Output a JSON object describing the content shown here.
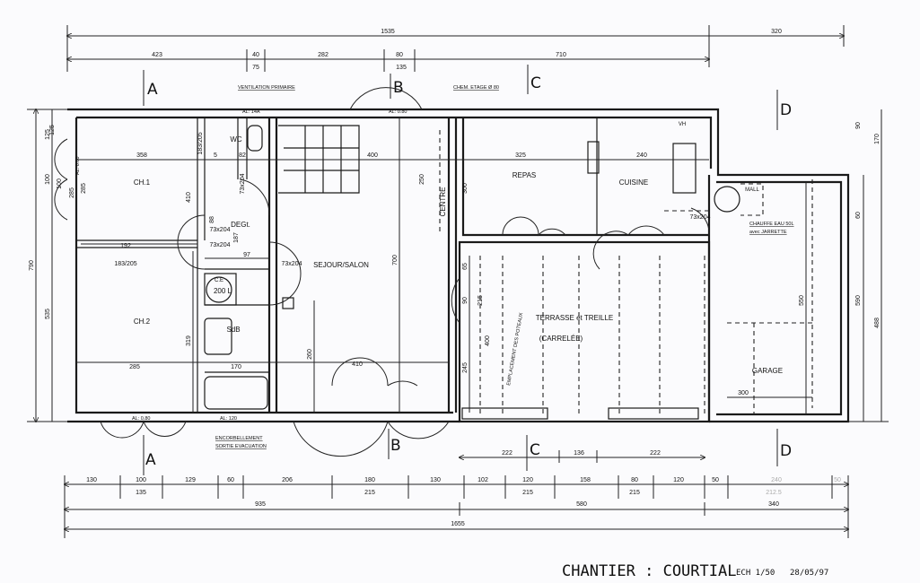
{
  "title_block": {
    "project": "CHANTIER : COURTIAL",
    "scale": "ECH 1/50",
    "date": "28/05/97"
  },
  "sections": [
    "A",
    "B",
    "C",
    "D",
    "A",
    "B",
    "C",
    "D"
  ],
  "rooms": {
    "ch1": "CH.1",
    "ch2": "CH.2",
    "degt": "DEGt.",
    "sdb": "SdB",
    "wc": "WC",
    "sejour": "SEJOUR/SALON",
    "repas": "REPAS",
    "cuisine": "CUISINE",
    "centre": "CENTRE",
    "terrasse": "TERRASSE et TREILLE",
    "carrelee": "(CARRELÉE)",
    "garage": "GARAGE",
    "cumulus": "200 L",
    "ce": "C.E",
    "mall": "MALL",
    "vh": "VH"
  },
  "notes": {
    "ventilation": "VENTILATION PRIMAIRE",
    "conduit": "CHEM. ETAGE Ø 80",
    "chauffe_eau_1": "CHAUFFE EAU 50L",
    "chauffe_eau_2": "avec JARRETTE",
    "encorbellement_1": "ENCORBELLEMENT",
    "encorbellement_2": "SORTIE EVACUATION",
    "al_sdb": "AL: 14A",
    "al_entree": "AL: 0.80",
    "al_ch2": "AL: 0.80",
    "al_sdb_bas": "AL: 120",
    "al_ch1": "AL: 0.80",
    "terrasse_note": "EMPLACEMENT DES POTEAUX"
  },
  "dimensions": {
    "top": [
      "1535",
      "320",
      "423",
      "40",
      "75",
      "282",
      "80",
      "135",
      "710"
    ],
    "interior": [
      "358",
      "192",
      "400",
      "325",
      "240",
      "285",
      "170",
      "410",
      "300",
      "82",
      "97",
      "183/205",
      "183/205",
      "73x204",
      "73x204",
      "73x204",
      "73x204",
      "73x204",
      "187",
      "410",
      "319",
      "260",
      "700",
      "550",
      "250",
      "300",
      "215",
      "245",
      "400",
      "90",
      "65",
      "285",
      "100",
      "125",
      "5",
      "88"
    ],
    "left": [
      "790",
      "535",
      "125",
      "100",
      "285"
    ],
    "right": [
      "590",
      "488",
      "170",
      "90",
      "60"
    ],
    "bottom_row1": [
      "130",
      "100",
      "135",
      "129",
      "60",
      "206",
      "180",
      "215",
      "130",
      "102",
      "120",
      "215",
      "158",
      "80",
      "215",
      "120",
      "50",
      "240",
      "212.5",
      "50"
    ],
    "bottom_row0": [
      "222",
      "136",
      "222"
    ],
    "bottom_row2": [
      "935",
      "580",
      "340"
    ],
    "bottom_total": "1655"
  }
}
